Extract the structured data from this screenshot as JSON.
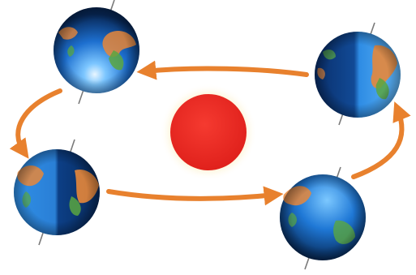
{
  "diagram": {
    "colors": {
      "background": "#ffffff",
      "orbit_arrow": "#e8812e",
      "sun_core": "#ef2b25",
      "sun_glow": "#f7d27a",
      "ocean_light": "#5fb8ff",
      "ocean_mid": "#1f78d6",
      "ocean_dark": "#0a2f6b",
      "land": "#e7873a",
      "land_green": "#5aa641",
      "axis": "#7a7a7a"
    },
    "icons": [
      "sun-icon",
      "earth-globe-icon",
      "orbit-arrow-icon"
    ],
    "positions_in_orbit": [
      "top-left",
      "top-right",
      "bottom-right",
      "bottom-left"
    ],
    "orbit_direction": "counterclockwise"
  }
}
